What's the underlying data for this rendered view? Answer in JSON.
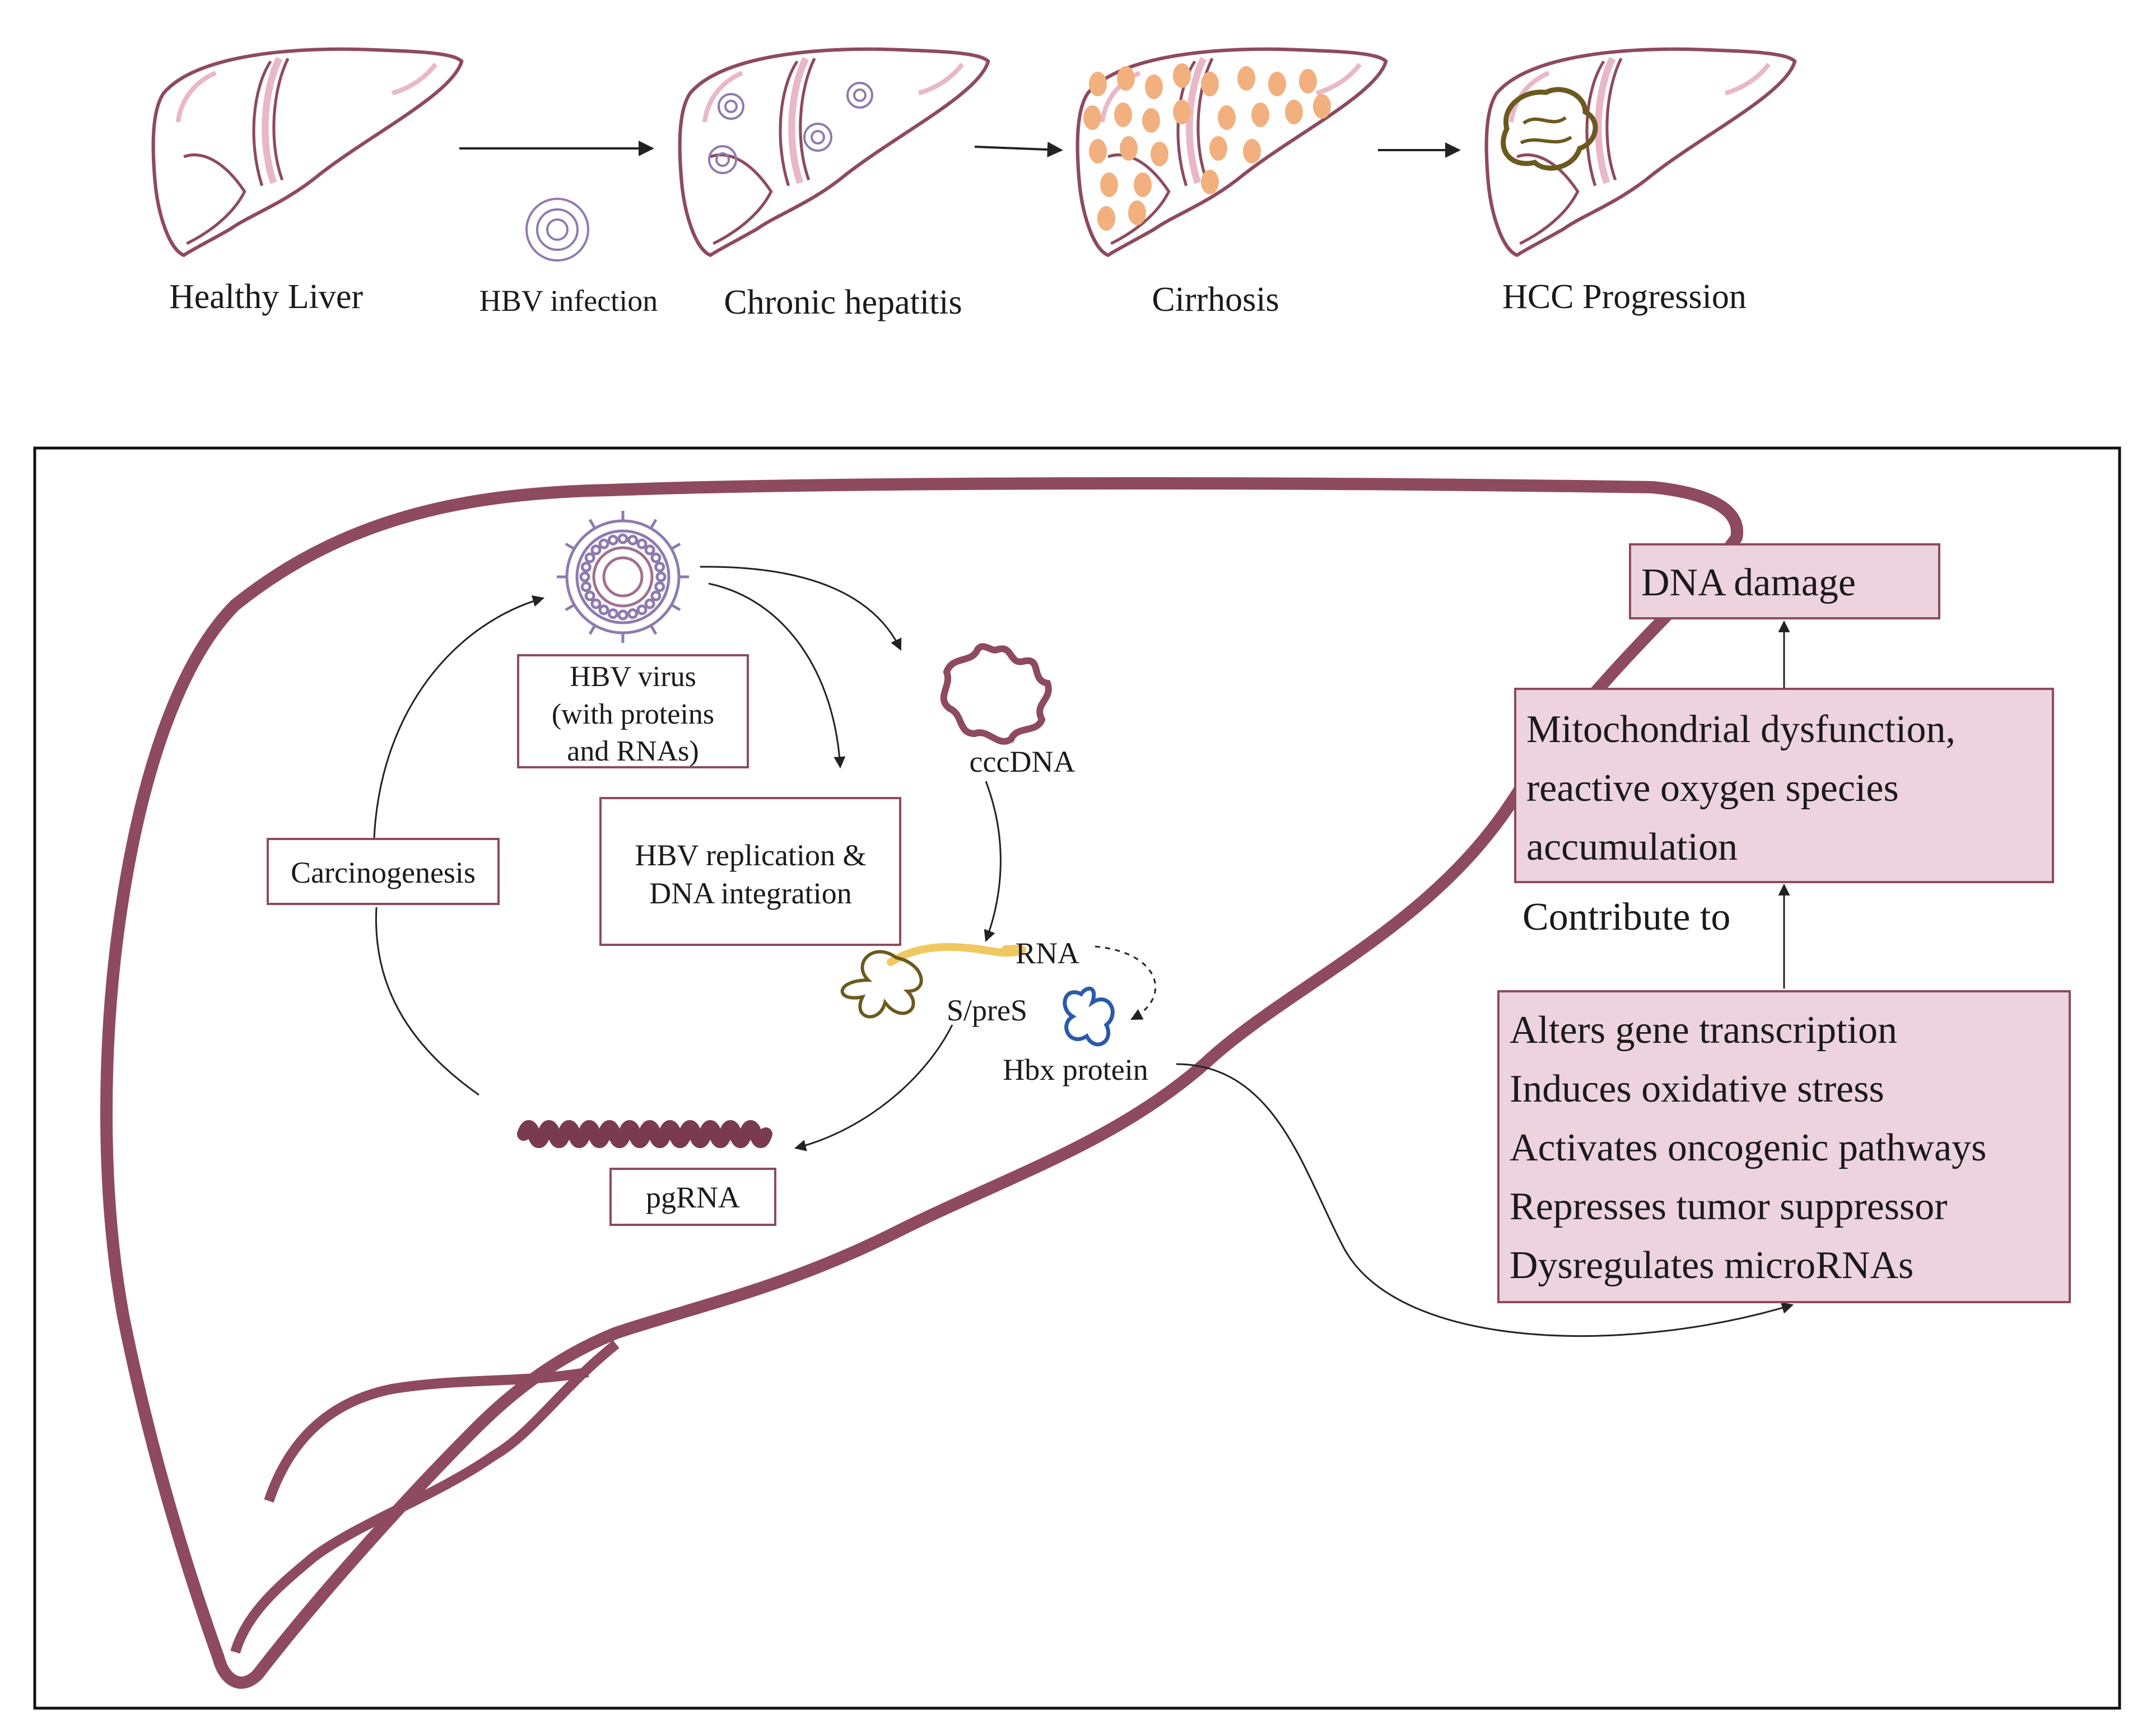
{
  "stages": [
    {
      "label": "Healthy Liver"
    },
    {
      "label": "Chronic hepatitis"
    },
    {
      "label": "Cirrhosis"
    },
    {
      "label": "HCC Progression"
    }
  ],
  "transition_label": "HBV infection",
  "cycle": {
    "virus_label": [
      "HBV virus",
      "(with proteins",
      "and RNAs)"
    ],
    "cccdna": "cccDNA",
    "replication": [
      "HBV replication &",
      "DNA integration"
    ],
    "carcinogenesis": "Carcinogenesis",
    "rna": "RNA",
    "spres": "S/preS",
    "hbx": "Hbx protein",
    "pgrna": "pgRNA"
  },
  "effects": {
    "hbx_effects": [
      "Alters gene transcription",
      "Induces oxidative stress",
      "Activates oncogenic pathways",
      "Represses tumor suppressor",
      "Dysregulates microRNAs"
    ],
    "contribute": "Contribute to",
    "mito": [
      "Mitochondrial dysfunction,",
      "reactive oxygen species",
      "accumulation"
    ],
    "dna_damage": "DNA damage"
  },
  "colors": {
    "liver_outline": "#8e4a5e",
    "liver_fold": "#e9b8c8",
    "box_fill": "#ecd3dd",
    "box_stroke": "#8e4a5e",
    "fat_spots": "#f2b07e",
    "tumor": "#6b5a1e",
    "rna_strand": "#f0c860",
    "hbx_protein": "#2a5aa8",
    "spres_protein": "#6b5a1e"
  }
}
